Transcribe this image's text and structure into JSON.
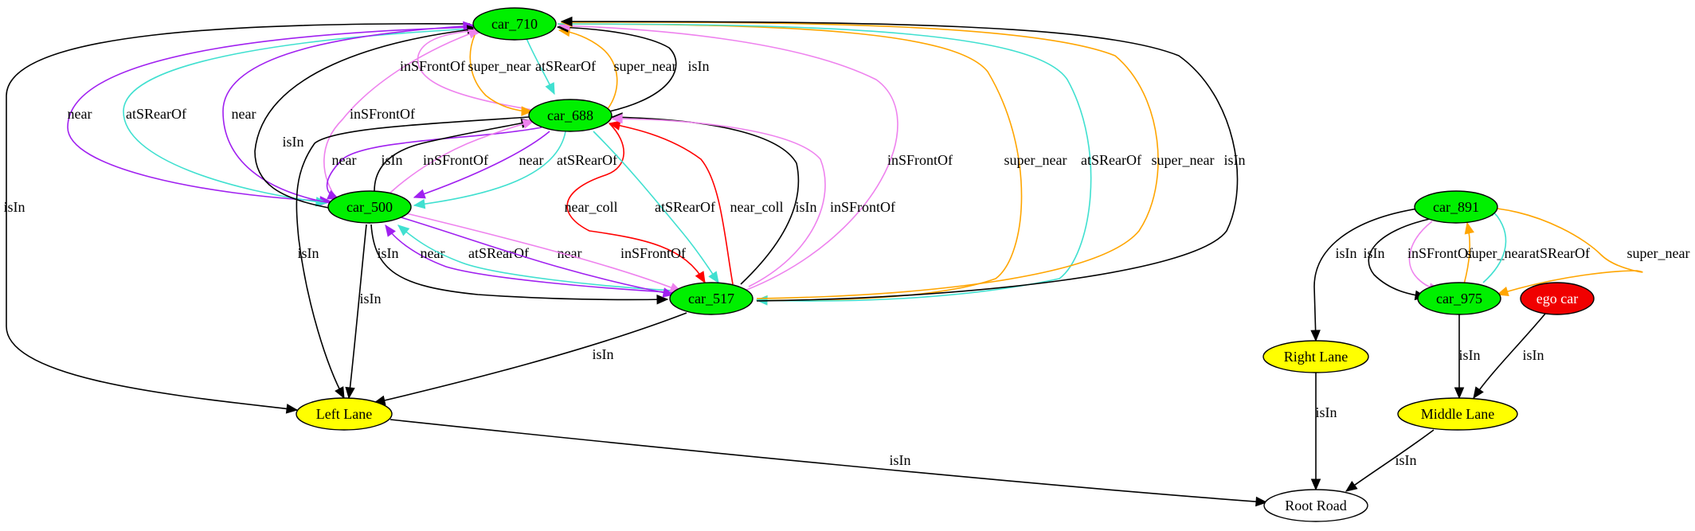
{
  "colors": {
    "car": "#00f000",
    "lane": "#ffff00",
    "ego": "#f00000",
    "road": "#ffffff",
    "black": "#000000",
    "purple": "#a020f0",
    "turquoise": "#40e0d0",
    "violet": "#ee82ee",
    "orange": "#ffa500",
    "red": "#ff0000"
  },
  "nodes": [
    {
      "id": "car_710",
      "label": "car_710",
      "fill": "car"
    },
    {
      "id": "car_688",
      "label": "car_688",
      "fill": "car"
    },
    {
      "id": "car_500",
      "label": "car_500",
      "fill": "car"
    },
    {
      "id": "car_517",
      "label": "car_517",
      "fill": "car"
    },
    {
      "id": "car_891",
      "label": "car_891",
      "fill": "car"
    },
    {
      "id": "car_975",
      "label": "car_975",
      "fill": "car"
    },
    {
      "id": "ego_car",
      "label": "ego car",
      "fill": "ego"
    },
    {
      "id": "right_lane",
      "label": "Right Lane",
      "fill": "lane"
    },
    {
      "id": "left_lane",
      "label": "Left Lane",
      "fill": "lane"
    },
    {
      "id": "middle_lane",
      "label": "Middle Lane",
      "fill": "lane"
    },
    {
      "id": "root_road",
      "label": "Root Road",
      "fill": "road"
    }
  ],
  "edges": [
    {
      "id": "e01",
      "from": "car_710",
      "to": "left_lane",
      "label": "isIn",
      "color": "black"
    },
    {
      "id": "e02",
      "from": "car_710",
      "to": "car_500",
      "label": "near",
      "color": "purple"
    },
    {
      "id": "e03",
      "from": "car_710",
      "to": "car_500",
      "label": "atSRearOf",
      "color": "turquoise"
    },
    {
      "id": "e04",
      "from": "car_500",
      "to": "car_710",
      "label": "near",
      "color": "purple"
    },
    {
      "id": "e05",
      "from": "car_500",
      "to": "car_710",
      "label": "isIn",
      "color": "black"
    },
    {
      "id": "e06",
      "from": "car_500",
      "to": "car_710",
      "label": "inSFrontOf",
      "color": "violet"
    },
    {
      "id": "e07",
      "from": "car_688",
      "to": "car_710",
      "label": "inSFrontOf",
      "color": "violet"
    },
    {
      "id": "e08",
      "from": "car_710",
      "to": "car_688",
      "label": "super_near",
      "color": "orange"
    },
    {
      "id": "e09",
      "from": "car_710",
      "to": "car_688",
      "label": "atSRearOf",
      "color": "turquoise"
    },
    {
      "id": "e10",
      "from": "car_688",
      "to": "car_710",
      "label": "super_near",
      "color": "orange"
    },
    {
      "id": "e11",
      "from": "car_688",
      "to": "car_710",
      "label": "isIn",
      "color": "black"
    },
    {
      "id": "e12",
      "from": "car_517",
      "to": "car_710",
      "label": "inSFrontOf",
      "color": "violet"
    },
    {
      "id": "e13",
      "from": "car_710",
      "to": "car_517",
      "label": "super_near",
      "color": "orange"
    },
    {
      "id": "e14",
      "from": "car_710",
      "to": "car_517",
      "label": "atSRearOf",
      "color": "turquoise"
    },
    {
      "id": "e15",
      "from": "car_517",
      "to": "car_710",
      "label": "super_near",
      "color": "orange"
    },
    {
      "id": "e16",
      "from": "car_517",
      "to": "car_710",
      "label": "isIn",
      "color": "black"
    },
    {
      "id": "e17",
      "from": "car_688",
      "to": "left_lane",
      "label": "isIn",
      "color": "black"
    },
    {
      "id": "e18",
      "from": "car_688",
      "to": "car_500",
      "label": "near",
      "color": "purple"
    },
    {
      "id": "e19",
      "from": "car_500",
      "to": "car_688",
      "label": "isIn",
      "color": "black"
    },
    {
      "id": "e20",
      "from": "car_500",
      "to": "car_688",
      "label": "inSFrontOf",
      "color": "violet"
    },
    {
      "id": "e21",
      "from": "car_688",
      "to": "car_500",
      "label": "near",
      "color": "purple"
    },
    {
      "id": "e22",
      "from": "car_688",
      "to": "car_500",
      "label": "atSRearOf",
      "color": "turquoise"
    },
    {
      "id": "e23",
      "from": "car_688",
      "to": "car_517",
      "label": "near_coll",
      "color": "red"
    },
    {
      "id": "e24",
      "from": "car_688",
      "to": "car_517",
      "label": "atSRearOf",
      "color": "turquoise"
    },
    {
      "id": "e25",
      "from": "car_517",
      "to": "car_688",
      "label": "near_coll",
      "color": "red"
    },
    {
      "id": "e26",
      "from": "car_517",
      "to": "car_688",
      "label": "isIn",
      "color": "black"
    },
    {
      "id": "e27",
      "from": "car_517",
      "to": "car_688",
      "label": "inSFrontOf",
      "color": "violet"
    },
    {
      "id": "e28",
      "from": "car_500",
      "to": "car_517",
      "label": "isIn",
      "color": "black"
    },
    {
      "id": "e29",
      "from": "car_517",
      "to": "car_500",
      "label": "near",
      "color": "purple"
    },
    {
      "id": "e30",
      "from": "car_517",
      "to": "car_500",
      "label": "atSRearOf",
      "color": "turquoise"
    },
    {
      "id": "e31",
      "from": "car_500",
      "to": "car_517",
      "label": "near",
      "color": "purple"
    },
    {
      "id": "e32",
      "from": "car_500",
      "to": "car_517",
      "label": "inSFrontOf",
      "color": "violet"
    },
    {
      "id": "e33",
      "from": "car_500",
      "to": "left_lane",
      "label": "isIn",
      "color": "black"
    },
    {
      "id": "e34",
      "from": "car_517",
      "to": "left_lane",
      "label": "isIn",
      "color": "black"
    },
    {
      "id": "e35",
      "from": "car_891",
      "to": "right_lane",
      "label": "isIn",
      "color": "black"
    },
    {
      "id": "e36",
      "from": "car_891",
      "to": "car_975",
      "label": "isIn",
      "color": "black"
    },
    {
      "id": "e37",
      "from": "car_891",
      "to": "car_975",
      "label": "inSFrontOf",
      "color": "violet"
    },
    {
      "id": "e38",
      "from": "car_975",
      "to": "car_891",
      "label": "super_near",
      "color": "orange"
    },
    {
      "id": "e39",
      "from": "car_975",
      "to": "car_891",
      "label": "atSRearOf",
      "color": "turquoise"
    },
    {
      "id": "e40",
      "from": "car_891",
      "to": "car_975",
      "label": "super_near",
      "color": "orange"
    },
    {
      "id": "e41",
      "from": "car_975",
      "to": "middle_lane",
      "label": "isIn",
      "color": "black"
    },
    {
      "id": "e42",
      "from": "ego_car",
      "to": "middle_lane",
      "label": "isIn",
      "color": "black"
    },
    {
      "id": "e43",
      "from": "right_lane",
      "to": "root_road",
      "label": "isIn",
      "color": "black"
    },
    {
      "id": "e44",
      "from": "left_lane",
      "to": "root_road",
      "label": "isIn",
      "color": "black"
    },
    {
      "id": "e45",
      "from": "middle_lane",
      "to": "root_road",
      "label": "isIn",
      "color": "black"
    }
  ]
}
